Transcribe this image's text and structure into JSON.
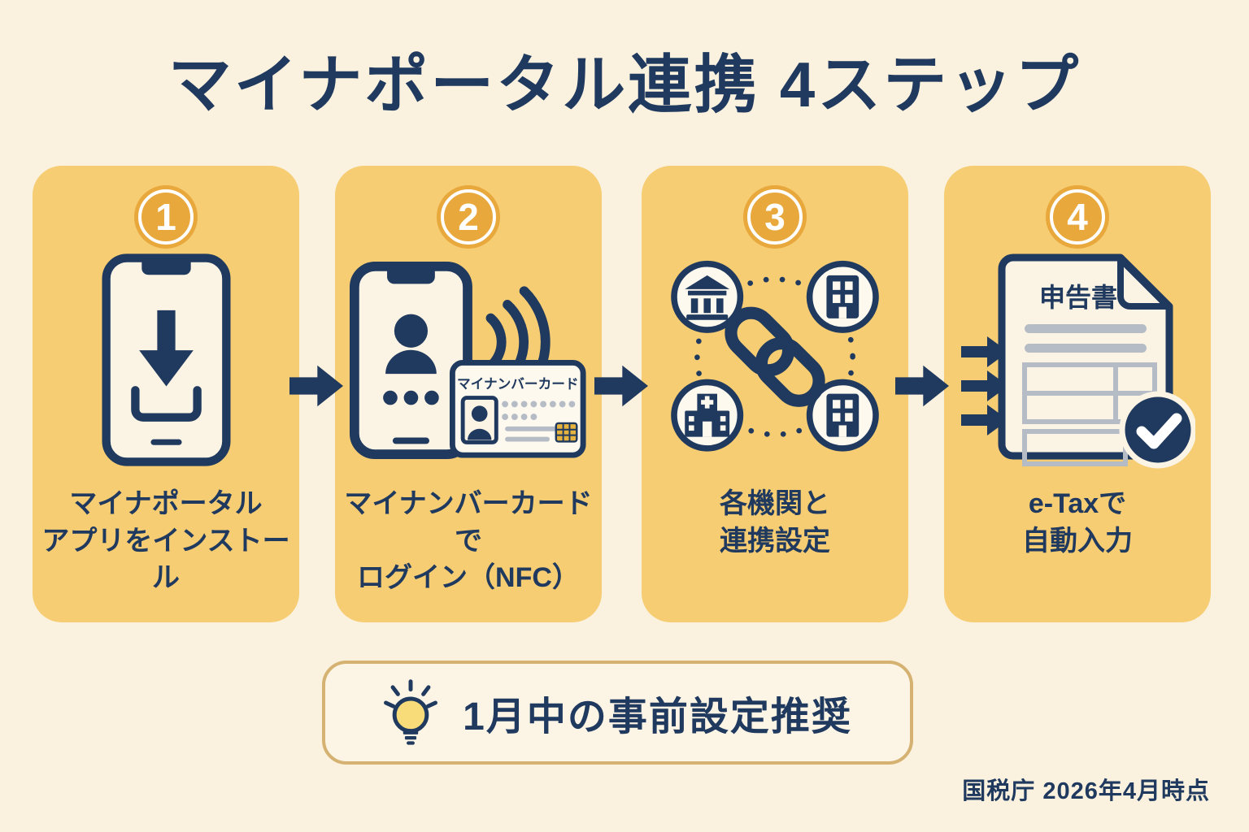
{
  "title": "マイナポータル連携 4ステップ",
  "colors": {
    "background": "#FAF2DF",
    "card_yellow": "#F6CD73",
    "navy": "#20395E",
    "badge_orange": "#E8A83C",
    "screen_cream": "#FBF4E4",
    "panel_white": "#FDF9EE",
    "gray": "#B6BCC6",
    "chip_gold": "#E6B43E",
    "note_border": "#D5B271",
    "note_background": "#FCF5E6",
    "bulb_yellow": "#F8DC7A"
  },
  "steps": [
    {
      "number": "1",
      "icon": "phone-download-icon",
      "caption_line1": "マイナポータル",
      "caption_line2": "アプリをインストール"
    },
    {
      "number": "2",
      "icon": "phone-nfc-mynumber-card-icon",
      "card_label": "マイナンバーカード",
      "caption_line1": "マイナンバーカードで",
      "caption_line2": "ログイン（NFC）"
    },
    {
      "number": "3",
      "icon": "agencies-chain-link-icon",
      "caption_line1": "各機関と",
      "caption_line2": "連携設定"
    },
    {
      "number": "4",
      "icon": "tax-return-document-check-icon",
      "doc_label": "申告書",
      "caption_line1": "e-Taxで",
      "caption_line2": "自動入力"
    }
  ],
  "note": {
    "icon": "lightbulb-icon",
    "text": "1月中の事前設定推奨"
  },
  "footer": {
    "text": "国税庁 2026年4月時点"
  }
}
